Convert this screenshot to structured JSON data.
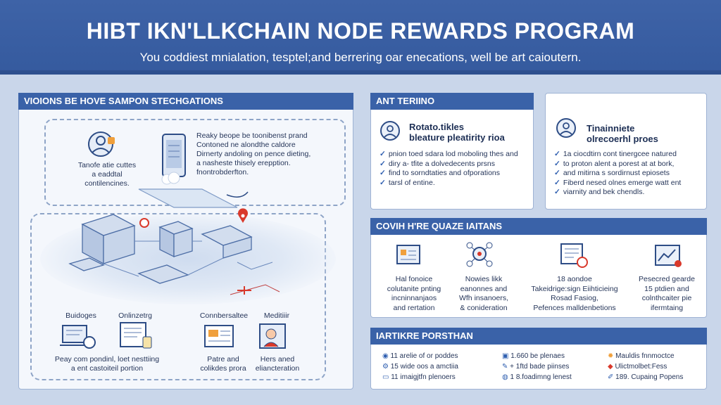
{
  "header": {
    "title": "HIBT IKN'LLKCHAIN NODE REWARDS PROGRAM",
    "subtitle": "You coddiest mnialation, tesptel;and berrering oar enecations, well be art caioutern."
  },
  "left_panel": {
    "heading": "VIOIONS BE HOVE SAMPON STECHGATIONS",
    "bubble_text": [
      "Tanofe atie cuttes",
      "a eaddtal",
      "contilencines."
    ],
    "right_text": [
      "Reaky beope be toonibenst prand",
      "Contoned ne alondthe caldore",
      "Dirnerty andoling on pence dieting,",
      "a nasheste thisely erepption.",
      "fnontrobderfton."
    ],
    "bottom_items": [
      {
        "label": "Buidoges",
        "caption": [
          "Peay com pondinl, loet nesttiing",
          "a ent castoiteil portion"
        ]
      },
      {
        "label": "Onlinzetrg",
        "caption": []
      },
      {
        "label": "Connbersaltee",
        "caption": [
          "Patre and",
          "colikdes prora"
        ]
      },
      {
        "label": "Meditiiir",
        "caption": [
          "Hers aned",
          "eliancteration"
        ]
      }
    ]
  },
  "card1": {
    "heading": "ANT TERIINO",
    "title": [
      "Rotato.tikles",
      "bleature pleatirity rioa"
    ],
    "checks": [
      "pnion toed sdara lod moboling thes and",
      "diry a- tfite a dolvedecents prsns",
      "find to sorndtaties and ofporations",
      "tarsl of entine."
    ]
  },
  "card2": {
    "title": [
      "Tinainniete",
      "olrecoerhl proes"
    ],
    "checks": [
      "1a ciocdtirn cont tinergcee natured",
      "to proton alent a porest at at bork,",
      "and mitirna s sordirnust epiosets",
      "Fiberd nesed olnes emerge watt ent",
      "viarnity and bek chendls."
    ]
  },
  "quarter_panel": {
    "heading": "COVIH H'RE QUAZE IAITANS",
    "columns": [
      [
        "Hal fonoice",
        "colutanite pnting",
        "incninnanjaos",
        "and rertation"
      ],
      [
        "Nowies likk",
        "eanonnes and",
        "Wfh insanoers,",
        "& conideration"
      ],
      [
        "18 aondoe",
        "Takeidrige:sign Eiihticieing",
        "Rosad Fasiog,",
        "Pefences malldenbetions"
      ],
      [
        "Pesecred gearde",
        "15 ptdien and",
        "colnthcaiter pie",
        "ifermtaing"
      ]
    ]
  },
  "bottom_panel": {
    "heading": "IARTIKRE PORSTHAN",
    "rows": [
      [
        "11 arelie of or poddes",
        "15 wide oos a amctiia",
        "11 imaigjtfn plenoers"
      ],
      [
        "1.660 be plenaes",
        "+ 1ftd bade piinses",
        "1 8.foadimng lenest"
      ],
      [
        "Mauldis fnnmoctce",
        "Ulictmolbet:Fess",
        "189. Cupaing Popens"
      ]
    ]
  },
  "colors": {
    "banner": "#3a62a8",
    "panel_head": "#3a62a8",
    "accent_red": "#d9392b",
    "accent_orange": "#f0a03c"
  }
}
